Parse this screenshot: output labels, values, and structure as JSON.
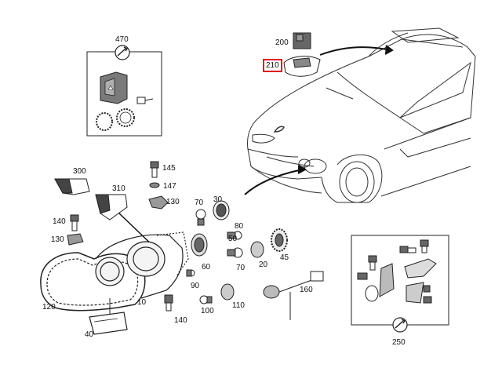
{
  "parts": {
    "p470": "470",
    "p200": "200",
    "p210": "210",
    "p300": "300",
    "p145": "145",
    "p147": "147",
    "p310": "310",
    "p130a": "130",
    "p70a": "70",
    "p30": "30",
    "p140a": "140",
    "p130b": "130",
    "p80": "80",
    "p50": "50",
    "p45": "45",
    "p60": "60",
    "p70b": "70",
    "p20": "20",
    "p160": "160",
    "p120": "120",
    "p10": "10",
    "p90": "90",
    "p110": "110",
    "p100": "100",
    "p140b": "140",
    "p40": "40",
    "p250": "250"
  },
  "colors": {
    "line": "#222222",
    "highlight": "#e0141e",
    "fill_dark": "#555555"
  },
  "icons": [
    "wrench-icon",
    "bulb-icon",
    "car-outline",
    "headlamp-assembly"
  ]
}
